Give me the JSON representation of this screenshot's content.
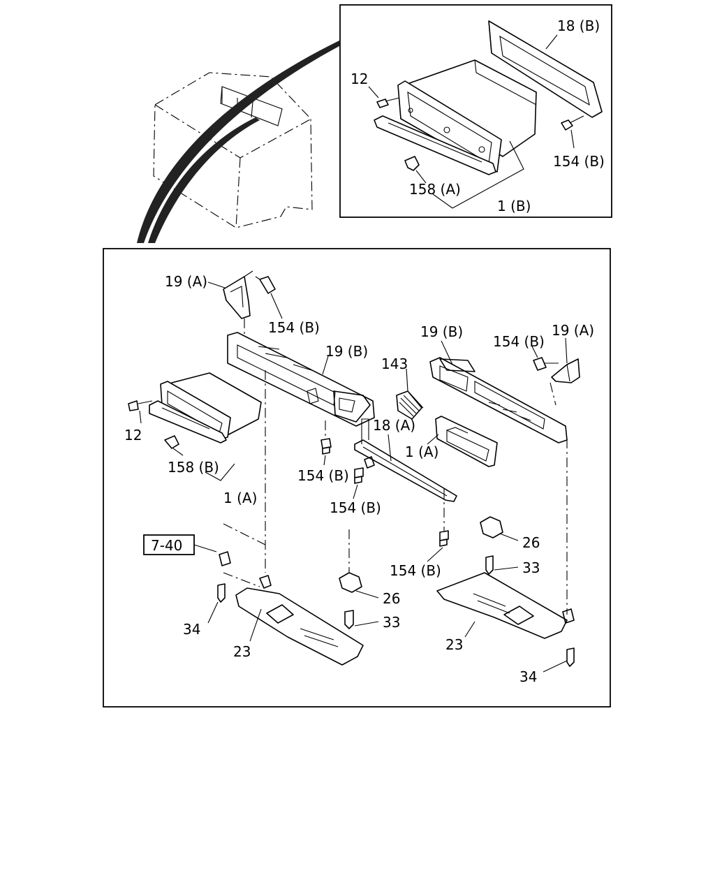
{
  "labels": {
    "inset_18b": "18 (B)",
    "inset_12": "12",
    "inset_154b": "154 (B)",
    "inset_158a": "158 (A)",
    "inset_1b": "1 (B)",
    "main_19a_left": "19 (A)",
    "main_154b_top_left": "154 (B)",
    "main_19b_mid": "19 (B)",
    "main_12": "12",
    "main_158b": "158 (B)",
    "main_1a_left": "1 (A)",
    "main_154b_a": "154 (B)",
    "main_154b_b": "154 (B)",
    "main_143": "143",
    "main_18a": "18 (A)",
    "main_1a_right": "1 (A)",
    "main_19b_right": "19 (B)",
    "main_154b_top_right": "154 (B)",
    "main_19a_right": "19 (A)",
    "ref_box": "7-40",
    "main_34_left": "34",
    "main_23_left": "23",
    "main_26_mid": "26",
    "main_33_mid": "33",
    "main_154b_c": "154 (B)",
    "main_26_right": "26",
    "main_33_right": "33",
    "main_23_right": "23",
    "main_34_right": "34"
  }
}
